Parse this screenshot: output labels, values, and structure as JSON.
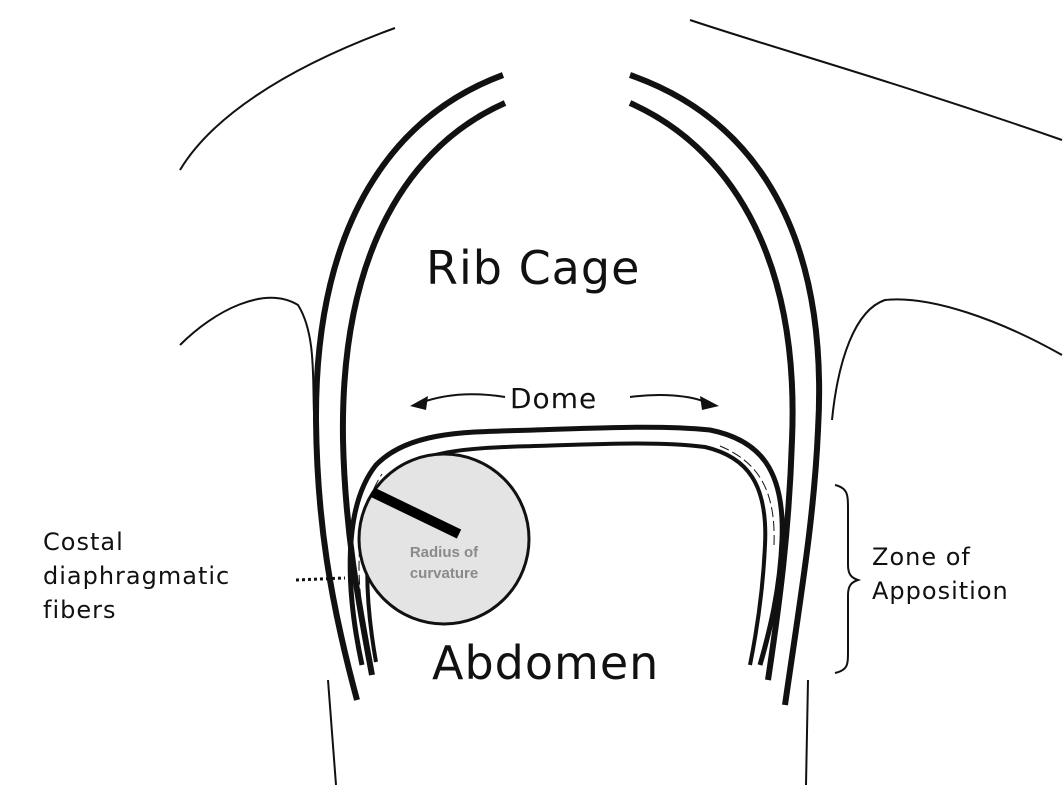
{
  "labels": {
    "rib_cage": "Rib Cage",
    "dome": "Dome",
    "abdomen": "Abdomen",
    "costal_line1": "Costal",
    "costal_line2": "diaphragmatic",
    "costal_line3": "fibers",
    "zone_line1": "Zone of",
    "zone_line2": "Apposition",
    "radius_line1": "Radius of",
    "radius_line2": "curvature"
  },
  "colors": {
    "line": "#111111",
    "circle_fill": "#e4e4e4",
    "circle_text": "#8a8a8a",
    "background": "#ffffff"
  }
}
